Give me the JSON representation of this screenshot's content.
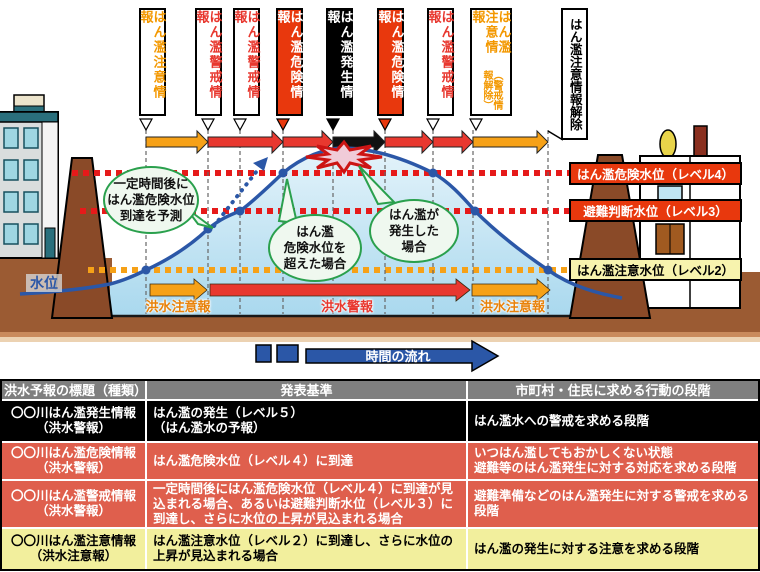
{
  "colors": {
    "danger_red": "#e8380d",
    "alert_red": "#e8382f",
    "caution_orange": "#f6a117",
    "occurrence_black": "#000000",
    "curve_blue": "#2b57a7",
    "bubble_green": "#2aa04d",
    "table_header_gray": "#7f7f7f",
    "table_row_red": "#df5f4d",
    "table_row_yellow": "#f2ef9d"
  },
  "banners": [
    {
      "label": "はん濫注意情報"
    },
    {
      "label": "はん濫警戒情報"
    },
    {
      "label": "はん濫警戒情報"
    },
    {
      "label": "はん濫危険情報"
    },
    {
      "label": "はん濫発生情報"
    },
    {
      "label": "はん濫危険情報"
    },
    {
      "label": "はん濫警戒情報"
    },
    {
      "label": "はん濫注意情報",
      "sub": "（警戒情報解除）"
    },
    {
      "label": "はん濫注意情報解除"
    }
  ],
  "levels": [
    {
      "label": "はん濫危険水位（レベル4）"
    },
    {
      "label": "避難判断水位（レベル3）"
    },
    {
      "label": "はん濫注意水位（レベル2）"
    }
  ],
  "bubbles": [
    {
      "text": "一定時間後に\nはん濫危険水位\n到達を予測"
    },
    {
      "text": "はん濫\n危険水位を\n超えた場合"
    },
    {
      "text": "はん濫が\n発生した\n場合"
    }
  ],
  "water_label": "水位",
  "flood_alerts": [
    {
      "label": "洪水注意報"
    },
    {
      "label": "洪水警報"
    },
    {
      "label": "洪水注意報"
    }
  ],
  "time_flow_label": "時間の流れ",
  "table": {
    "headers": [
      "洪水予報の標題（種類）",
      "発表基準",
      "市町村・住民に求める行動の段階"
    ],
    "rows": [
      {
        "title": "〇〇川はん濫発生情報\n（洪水警報）",
        "criteria": "はん濫の発生（レベル５）\n（はん濫水の予報）",
        "action": "はん濫水への警戒を求める段階"
      },
      {
        "title": "〇〇川はん濫危険情報\n（洪水警報）",
        "criteria": "はん濫危険水位（レベル４）に到達",
        "action": "いつはん濫してもおかしくない状態\n避難等のはん濫発生に対する対応を求める段階"
      },
      {
        "title": "〇〇川はん濫警戒情報\n（洪水警報）",
        "criteria": "一定時間後にはん濫危険水位（レベル４）に到達が見込まれる場合、あるいは避難判断水位（レベル３）に到達し、さらに水位の上昇が見込まれる場合",
        "action": "避難準備などのはん濫発生に対する警戒を求める段階"
      },
      {
        "title": "〇〇川はん濫注意情報\n（洪水注意報）",
        "criteria": "はん濫注意水位（レベル２）に到達し、さらに水位の上昇が見込まれる場合",
        "action": "はん濫の発生に対する注意を求める段階"
      }
    ]
  }
}
